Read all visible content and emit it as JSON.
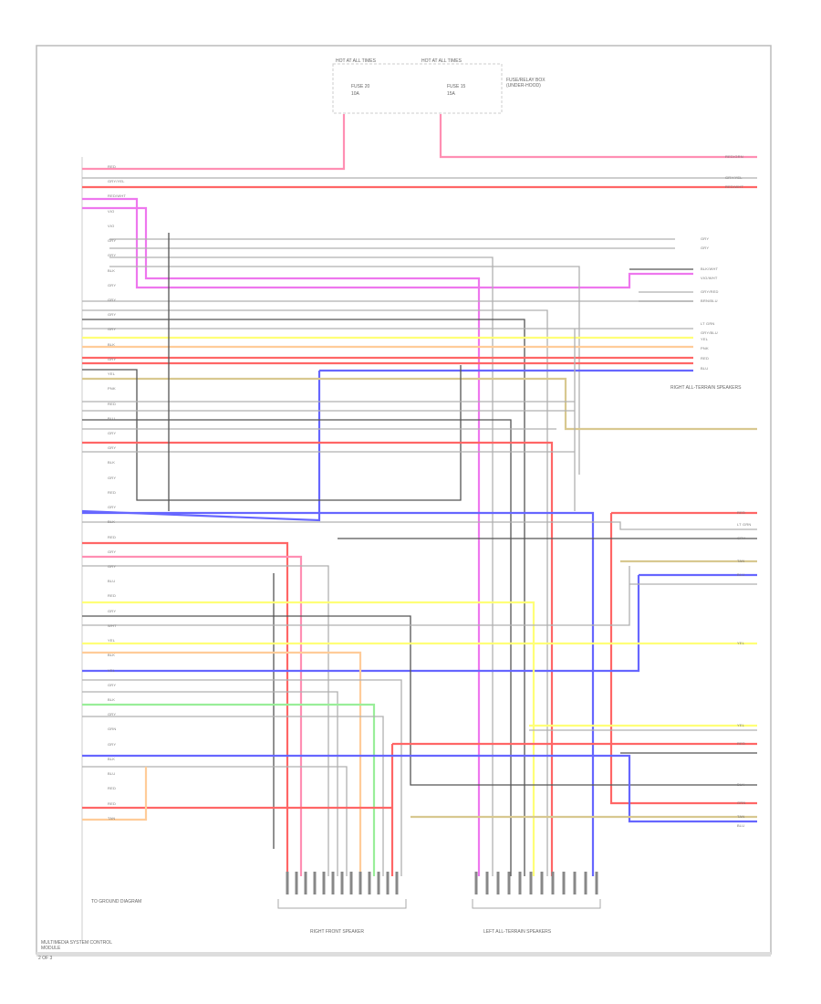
{
  "fuse_boxes": [
    {
      "header": "HOT AT ALL TIMES",
      "fuse": "FUSE 20",
      "rating": "10A"
    },
    {
      "header": "HOT AT ALL TIMES",
      "fuse": "FUSE 15",
      "rating": "15A",
      "note": "FUSE/RELAY BOX (UNDER-HOOD)"
    }
  ],
  "components": {
    "left_module": "MULTIMEDIA SYSTEM CONTROL MODULE",
    "bottom_center": "RIGHT FRONT SPEAKER",
    "bottom_right": "LEFT ALL-TERRAIN SPEAKERS",
    "right_middle": "RIGHT ALL-TERRAIN SPEAKERS",
    "ground_note": "TO GROUND DIAGRAM",
    "footer": "2 OF 3"
  },
  "colors": {
    "pink": "#ff8fb3",
    "magenta": "#ee77ee",
    "red": "#ff6666",
    "gray": "#b0b0b0",
    "dark": "#555555",
    "yellow": "#ffff77",
    "orange": "#ffcc99",
    "blue": "#6666ff",
    "green": "#99ee99",
    "tan": "#d8c890"
  },
  "wire_labels": {
    "top_right": [
      "RED/GRN",
      "GRY/YEL",
      "RED/WHT"
    ],
    "right_block": [
      "GRY",
      "GRY",
      "BLK/WHT",
      "VIO/WHT",
      "GRY/RED",
      "BRN/BLU",
      "LT GRN",
      "GRY/BLU",
      "YEL",
      "PNK",
      "RED",
      "BLU"
    ],
    "right_lower": [
      "RED",
      "LT GRN",
      "GRY",
      "TAN",
      "BLU",
      "YEL",
      "YEL",
      "RED",
      "BLK",
      "GRN",
      "TAN",
      "BLU"
    ],
    "left_pins": [
      "RED",
      "GRY/YEL",
      "RED/WHT",
      "VIO",
      "VIO",
      "GRY",
      "GRY",
      "BLK",
      "GRY",
      "GRY",
      "GRY",
      "GRY",
      "BLK",
      "GRY",
      "YEL",
      "PNK",
      "RED",
      "BLU",
      "GRY",
      "GRY",
      "BLK",
      "GRY",
      "RED",
      "GRY",
      "BLK",
      "RED",
      "GRY",
      "GRY",
      "BLU",
      "RED",
      "GRY",
      "WHT",
      "YEL",
      "BLK",
      "YEL",
      "GRY",
      "BLK",
      "GRY",
      "GRN",
      "GRY",
      "BLK",
      "BLU",
      "RED",
      "RED",
      "TAN"
    ]
  }
}
